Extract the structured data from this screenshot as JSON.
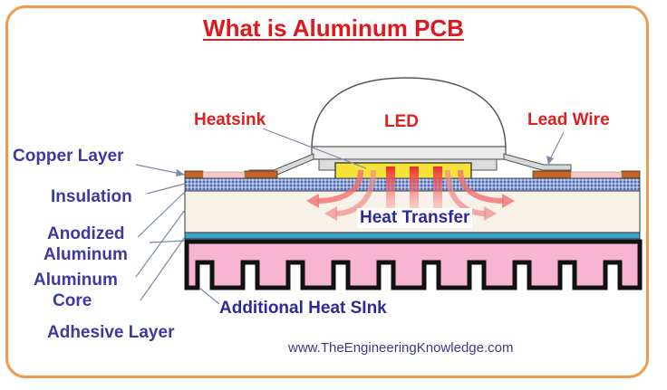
{
  "title": "What is Aluminum PCB",
  "labels": {
    "heatsink": "Heatsink",
    "led": "LED",
    "lead_wire": "Lead Wire",
    "copper_layer": "Copper Layer",
    "insulation": "Insulation",
    "anodized_line1": "Anodized",
    "anodized_line2": "Aluminum",
    "core_line1": "Aluminum",
    "core_line2": "Core",
    "adhesive_layer": "Adhesive Layer",
    "heat_transfer": "Heat Transfer",
    "additional_heat_sink": "Additional Heat SInk"
  },
  "website": "www.TheEngineeringKnowledge.com",
  "colors": {
    "title": "#e0171c",
    "frame": "#f39a4a",
    "copper": "#c8641e",
    "insulation": "#f6e6e6",
    "aluminum": "#f8f1e8",
    "heatsink": "#f7b5d2",
    "heat_arrow": "#e83030",
    "label_blue": "#3a3aa0"
  }
}
